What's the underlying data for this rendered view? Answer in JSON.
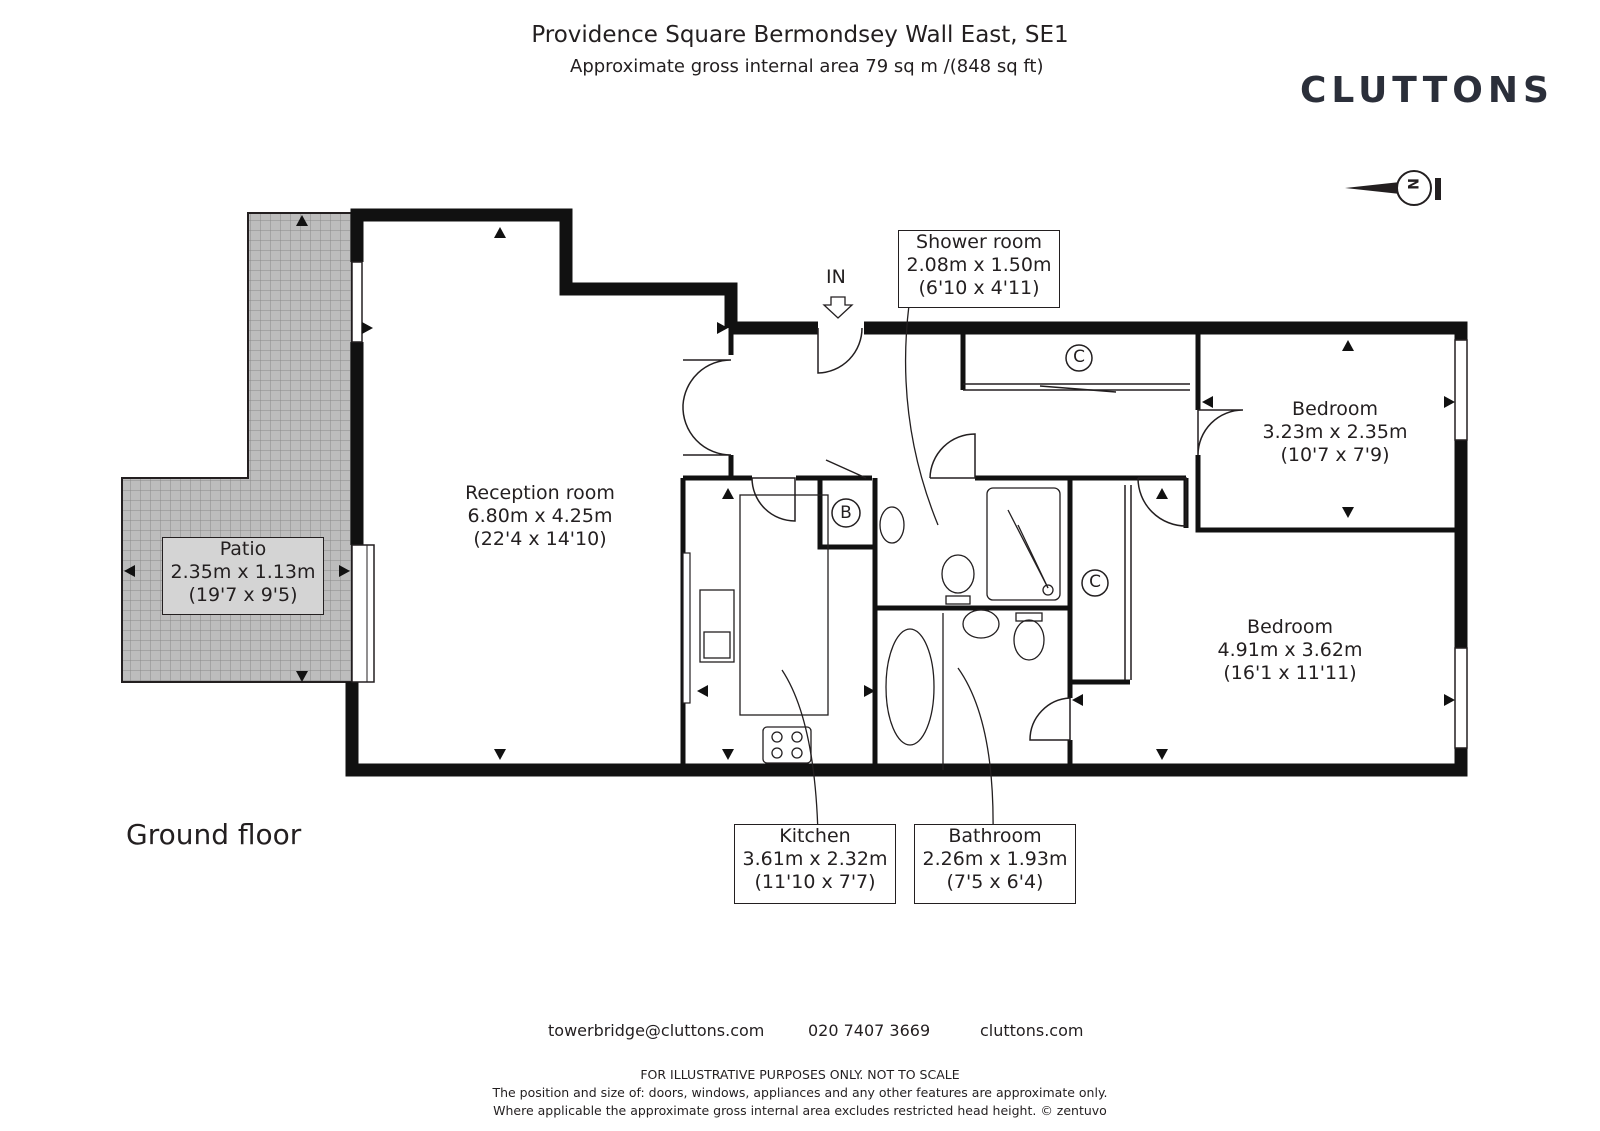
{
  "header": {
    "title": "Providence Square Bermondsey Wall East, SE1",
    "subtitle": "Approximate gross internal area 79 sq m /(848 sq ft)",
    "brand": "CLUTTONS"
  },
  "compass": {
    "label": "N"
  },
  "floor_label": "Ground floor",
  "entrance_label": "IN",
  "rooms": {
    "reception": {
      "name": "Reception room",
      "metric": "6.80m x 4.25m",
      "imperial": "(22'4 x 14'10)"
    },
    "patio": {
      "name": "Patio",
      "metric": "2.35m x 1.13m",
      "imperial": "(19'7 x 9'5)"
    },
    "shower": {
      "name": "Shower room",
      "metric": "2.08m x 1.50m",
      "imperial": "(6'10 x 4'11)"
    },
    "bedroom1": {
      "name": "Bedroom",
      "metric": "3.23m x 2.35m",
      "imperial": "(10'7 x 7'9)"
    },
    "bedroom2": {
      "name": "Bedroom",
      "metric": "4.91m x 3.62m",
      "imperial": "(16'1 x 11'11)"
    },
    "kitchen": {
      "name": "Kitchen",
      "metric": "3.61m x 2.32m",
      "imperial": "(11'10 x 7'7)"
    },
    "bathroom": {
      "name": "Bathroom",
      "metric": "2.26m x 1.93m",
      "imperial": "(7'5 x 6'4)"
    }
  },
  "fixtures": {
    "boiler": "B",
    "cupboard": "C"
  },
  "footer": {
    "email": "towerbridge@cluttons.com",
    "phone": "020 7407 3669",
    "website": "cluttons.com",
    "disclaimer1": "FOR ILLUSTRATIVE PURPOSES ONLY. NOT TO SCALE",
    "disclaimer2": "The position and size of: doors, windows, appliances and any other features are approximate only.",
    "disclaimer3": "Where applicable the approximate gross internal area excludes restricted head height. © zentuvo"
  }
}
